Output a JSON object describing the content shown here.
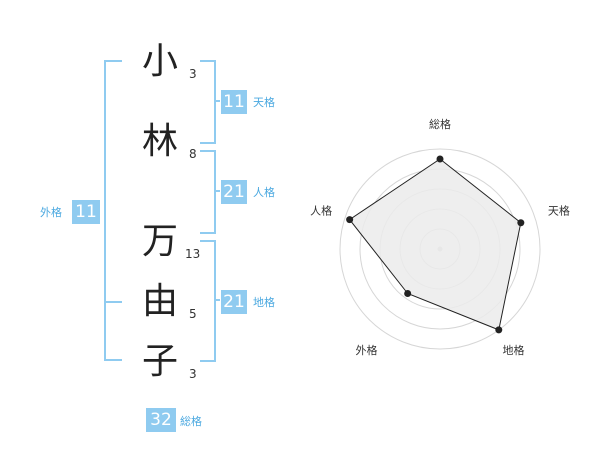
{
  "name": {
    "characters": [
      {
        "char": "小",
        "strokes": "3"
      },
      {
        "char": "林",
        "strokes": "8"
      },
      {
        "char": "万",
        "strokes": "13"
      },
      {
        "char": "由",
        "strokes": "5"
      },
      {
        "char": "子",
        "strokes": "3"
      }
    ]
  },
  "fortunes": {
    "tenkaku": {
      "value": "11",
      "label": "天格"
    },
    "jinkaku": {
      "value": "21",
      "label": "人格"
    },
    "chikaku": {
      "value": "21",
      "label": "地格"
    },
    "gaikaku": {
      "value": "11",
      "label": "外格"
    },
    "soukaku": {
      "value": "32",
      "label": "総格"
    }
  },
  "colors": {
    "accent": "#8fcbf0",
    "accent_text": "#4aa8e0",
    "polygon_fill": "#ebebeb",
    "ring": "#d6d6d6",
    "outline": "#222222"
  },
  "chart_data": {
    "type": "radar",
    "axes": [
      "総格",
      "天格",
      "地格",
      "外格",
      "人格"
    ],
    "values": [
      0.9,
      0.85,
      1.0,
      0.55,
      0.95
    ],
    "rings": 5
  }
}
